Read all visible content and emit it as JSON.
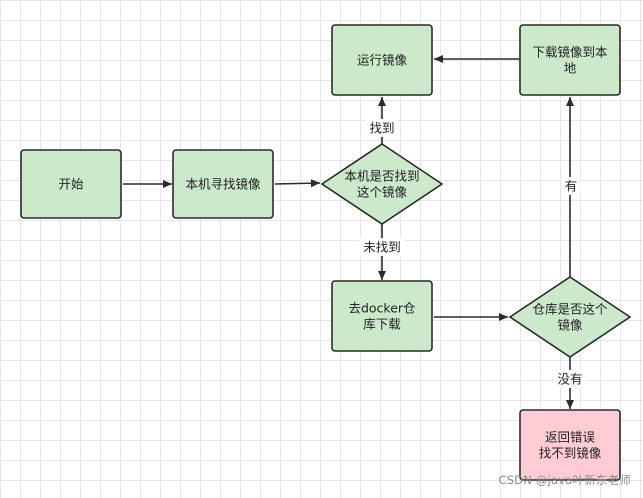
{
  "nodes": [
    {
      "id": "start",
      "shape": "rect",
      "lines": [
        "开始"
      ],
      "style": "normal"
    },
    {
      "id": "local",
      "shape": "rect",
      "lines": [
        "本机寻找镜像"
      ],
      "style": "normal"
    },
    {
      "id": "found",
      "shape": "diamond",
      "lines": [
        "本机是否找到",
        "这个镜像"
      ],
      "style": "normal"
    },
    {
      "id": "run",
      "shape": "rect",
      "lines": [
        "运行镜像"
      ],
      "style": "normal"
    },
    {
      "id": "download",
      "shape": "rect",
      "lines": [
        "下载镜像到本",
        "地"
      ],
      "style": "normal"
    },
    {
      "id": "docker",
      "shape": "rect",
      "lines": [
        "去docker仓",
        "库下载"
      ],
      "style": "normal"
    },
    {
      "id": "exists",
      "shape": "diamond",
      "lines": [
        "仓库是否这个",
        "镜像"
      ],
      "style": "normal"
    },
    {
      "id": "error",
      "shape": "rect",
      "lines": [
        "返回错误",
        "找不到镜像"
      ],
      "style": "error"
    }
  ],
  "edges": [
    {
      "from": "start",
      "to": "local",
      "label": ""
    },
    {
      "from": "local",
      "to": "found",
      "label": ""
    },
    {
      "from": "found",
      "to": "run",
      "label": "找到"
    },
    {
      "from": "found",
      "to": "docker",
      "label": "未找到"
    },
    {
      "from": "docker",
      "to": "exists",
      "label": ""
    },
    {
      "from": "exists",
      "to": "download",
      "label": "有"
    },
    {
      "from": "exists",
      "to": "error",
      "label": "没有"
    },
    {
      "from": "download",
      "to": "run",
      "label": ""
    }
  ],
  "colors": {
    "node_fill": "#cce9cc",
    "error_fill": "#ffccd5",
    "stroke": "#2b2b2b",
    "text": "#222222",
    "grid": "#e6e6e6"
  },
  "watermark": "CSDN @java叶新东老师"
}
